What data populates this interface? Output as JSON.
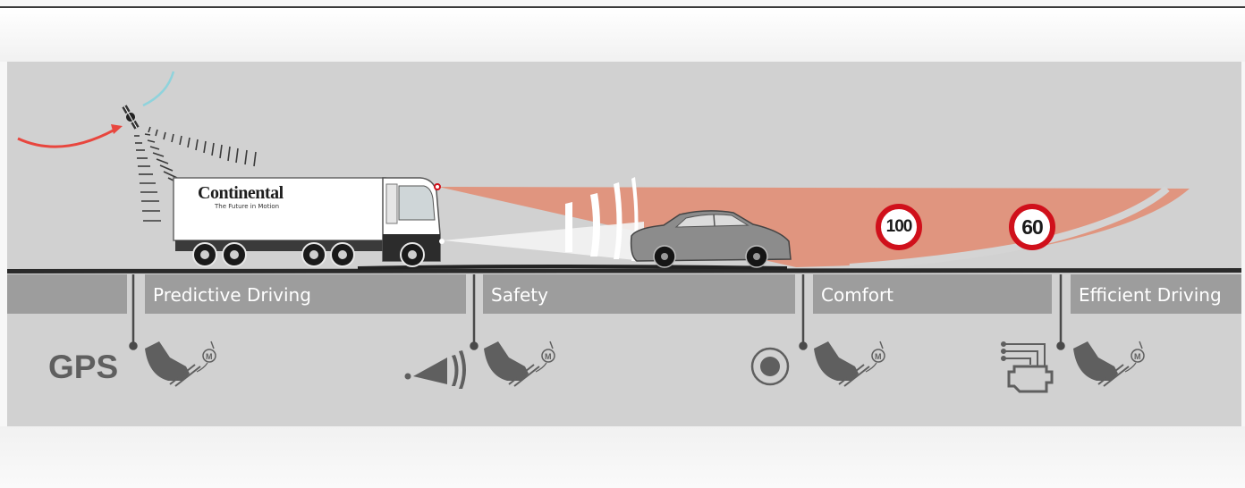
{
  "sections": [
    {
      "label": "Predictive Driving"
    },
    {
      "label": "Safety"
    },
    {
      "label": "Comfort"
    },
    {
      "label": "Efficient Driving"
    }
  ],
  "gps_label": "GPS",
  "truck": {
    "brand": "Continental",
    "tagline": "The Future in Motion"
  },
  "speed_signs": [
    {
      "value": "100"
    },
    {
      "value": "60"
    }
  ],
  "pedal_motor_symbol": "M",
  "colors": {
    "panel": "#d1d1d1",
    "bar": "#9d9d9d",
    "radar": "#e0957f",
    "sign_ring": "#d0101b",
    "icon": "#5f5f5f"
  },
  "icons": [
    "satellite-icon",
    "gps-text",
    "pedal-motor-icon",
    "sensor-signal-icon",
    "button-icon",
    "engine-icon"
  ]
}
